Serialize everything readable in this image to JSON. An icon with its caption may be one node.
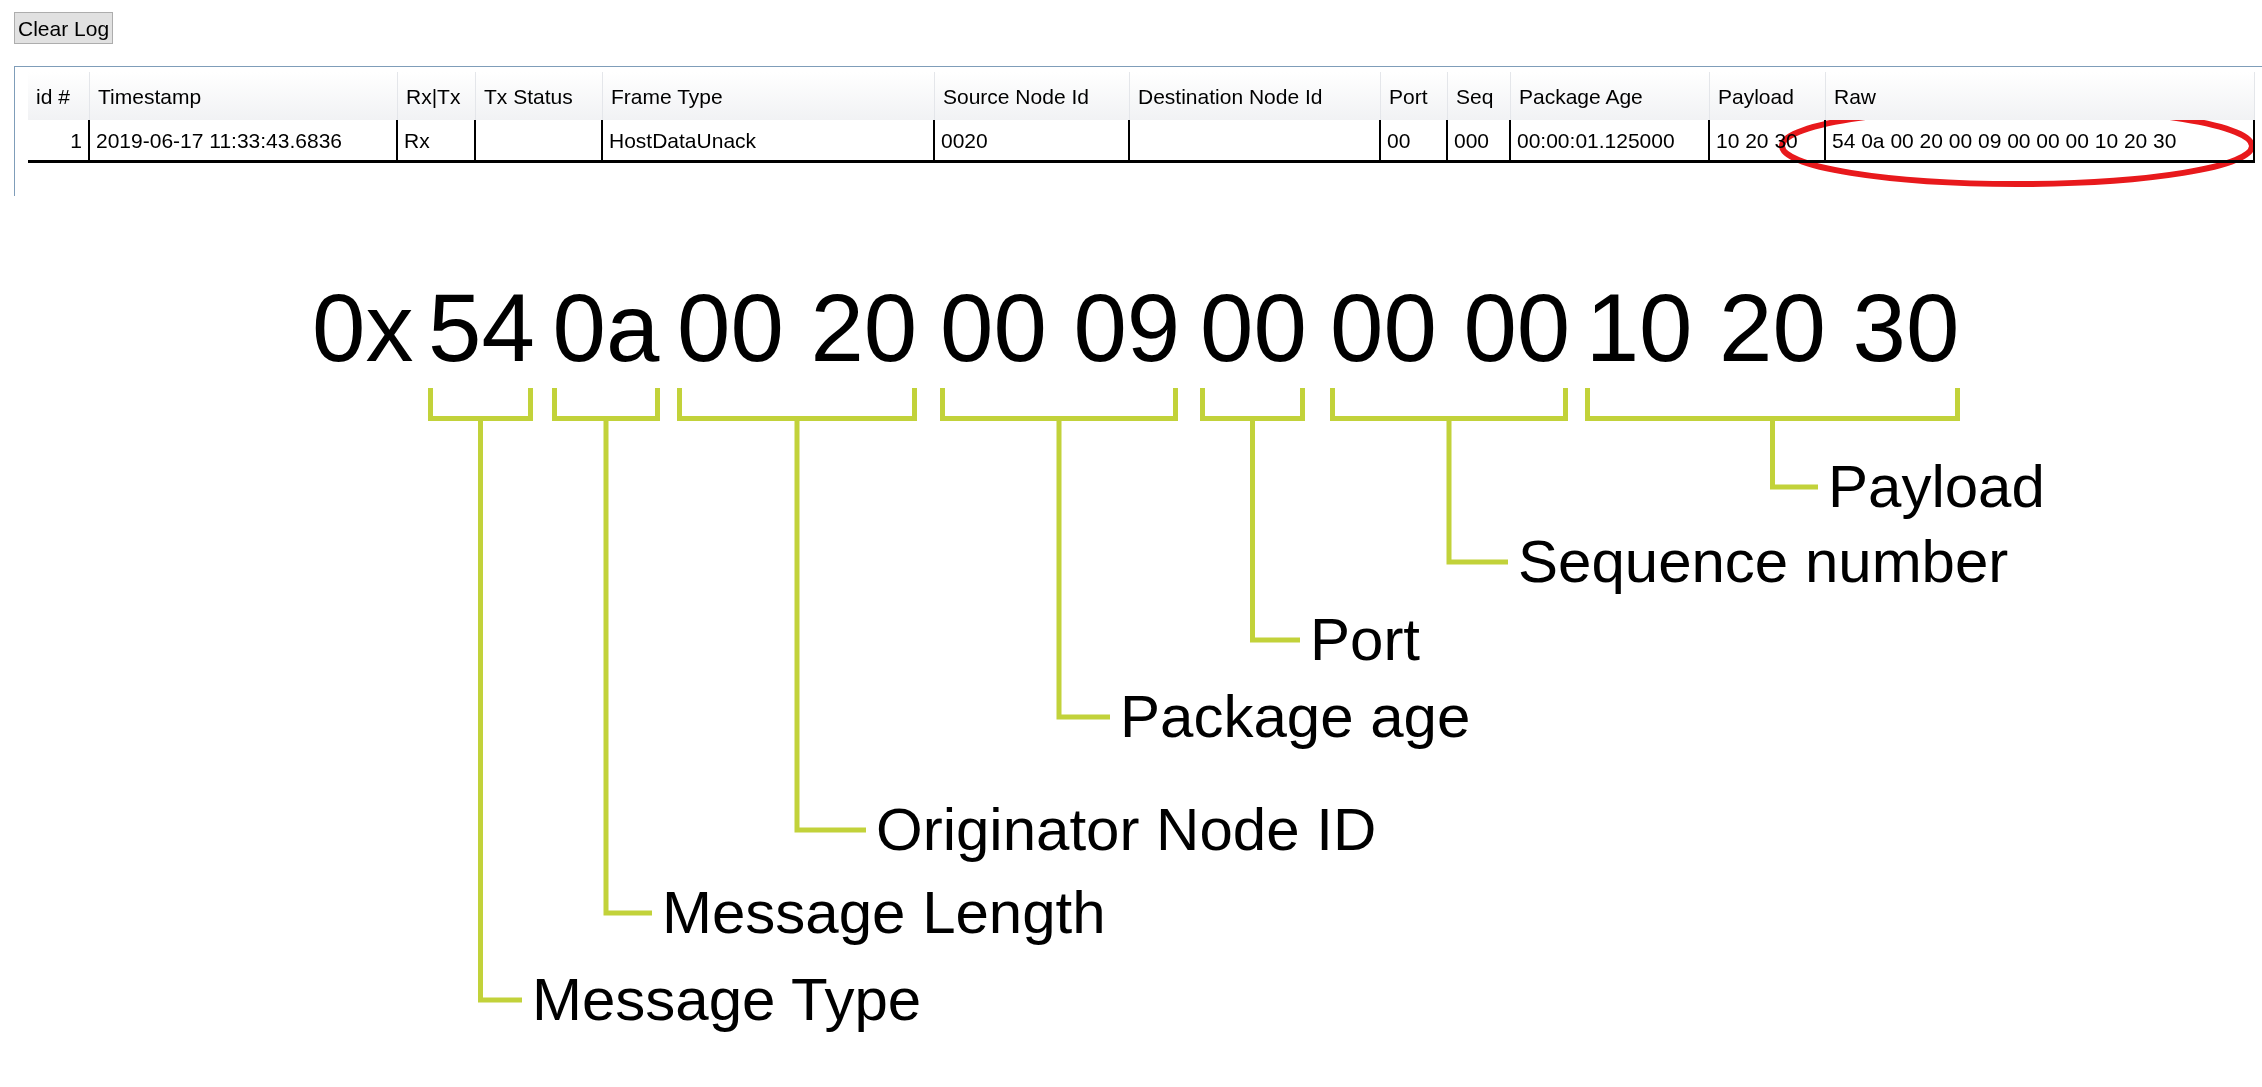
{
  "diagram": {
    "nodes": [
      {
        "text": [
          "54"
        ]
      },
      {
        "text": [
          "0a"
        ]
      },
      {
        "text": [
          "00 20"
        ]
      },
      {
        "text": [
          "00 09"
        ]
      },
      {
        "text": [
          "00"
        ]
      },
      {
        "text": [
          "00 00"
        ]
      },
      {
        "text": [
          "10 20 30"
        ]
      },
      {
        "text": [
          "Payload"
        ]
      },
      {
        "text": [
          "Sequence number"
        ]
      },
      {
        "text": [
          "Port"
        ]
      },
      {
        "text": [
          "Package age"
        ]
      },
      {
        "text": [
          "Originator Node ID"
        ]
      },
      {
        "text": [
          "Message Length"
        ]
      },
      {
        "text": [
          "Message Type"
        ]
      }
    ],
    "edges": [
      {
        "from": 7,
        "to": 6,
        "arrow": "none"
      },
      {
        "from": 8,
        "to": 5,
        "arrow": "none"
      },
      {
        "from": 9,
        "to": 4,
        "arrow": "none"
      },
      {
        "from": 10,
        "to": 3,
        "arrow": "none"
      },
      {
        "from": 11,
        "to": 2,
        "arrow": "none"
      },
      {
        "from": 12,
        "to": 1,
        "arrow": "none"
      },
      {
        "from": 13,
        "to": 0,
        "arrow": "none"
      }
    ],
    "labels": [
      "Clear Log",
      "id #",
      "Timestamp",
      "Rx|Tx",
      "Tx Status",
      "Frame Type",
      "Source Node Id",
      "Destination Node Id",
      "Port",
      "Seq",
      "Package Age",
      "Payload",
      "Raw",
      "1",
      "2019-06-17 11:33:43.6836",
      "Rx",
      "HostDataUnack",
      "0020",
      "00",
      "000",
      "00:00:01.125000",
      "10 20 30",
      "54 0a 00 20 00 09 00 00 00 10 20 30",
      "0x"
    ]
  }
}
